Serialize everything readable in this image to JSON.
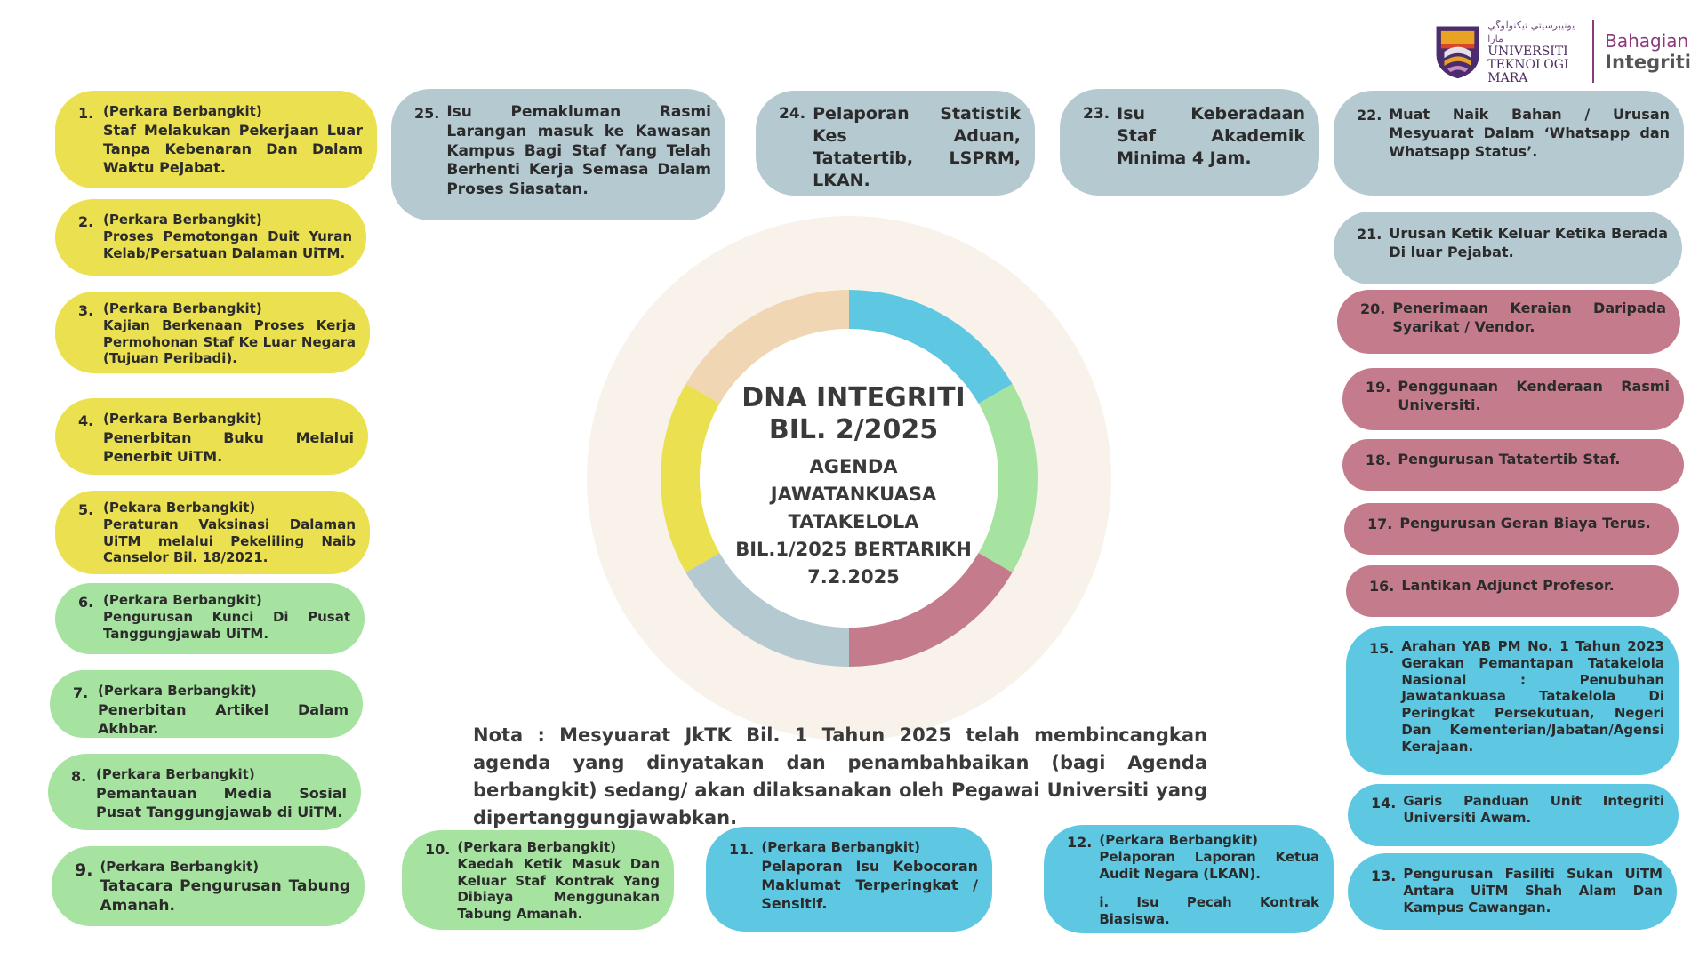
{
  "logo": {
    "jawi": "ﯾﻮﻧﯿﺒﺮﺳﯿﺘﻲ ﺗﯿﻜﻨﻮﻟﻮﮔﻲ ﻣﺎرا",
    "line1": "UNIVERSITI",
    "line2": "TEKNOLOGI",
    "line3": "MARA",
    "dept1": "Bahagian",
    "dept2": "Integriti"
  },
  "center": {
    "title1": "DNA INTEGRITI",
    "title2": "BIL. 2/2025",
    "sub1": "AGENDA",
    "sub2": "JAWATANKUASA",
    "sub3": "TATAKELOLA",
    "sub4": "BIL.1/2025 BERTARIKH",
    "sub5": "7.2.2025"
  },
  "nota": "Nota : Mesyuarat JkTK Bil. 1 Tahun 2025 telah membincangkan agenda yang dinyatakan dan penambahbaikan (bagi Agenda berbangkit) sedang/ akan dilaksanakan oleh Pegawai Universiti yang dipertanggungjawabkan.",
  "donut_colors": [
    "#5ec8e3",
    "#a6e3a0",
    "#c47c8c",
    "#b5c9d1",
    "#ebe04f",
    "#f0d6b2"
  ],
  "ring_bg": "#f8f2ea",
  "items": [
    {
      "num": "1.",
      "tag": "(Perkara Berbangkit)",
      "text": "Staf Melakukan Pekerjaan Luar Tanpa Kebenaran Dan Dalam Waktu Pejabat."
    },
    {
      "num": "2.",
      "tag": "(Perkara Berbangkit)",
      "text": "Proses Pemotongan Duit Yuran Kelab/Persatuan Dalaman UiTM."
    },
    {
      "num": "3.",
      "tag": "(Perkara Berbangkit)",
      "text": "Kajian Berkenaan Proses Kerja Permohonan Staf Ke Luar Negara (Tujuan Peribadi)."
    },
    {
      "num": "4.",
      "tag": "(Perkara Berbangkit)",
      "text": "Penerbitan Buku Melalui Penerbit UiTM."
    },
    {
      "num": "5.",
      "tag": "(Pekara Berbangkit)",
      "text": "Peraturan Vaksinasi Dalaman UiTM melalui Pekeliling Naib Canselor Bil. 18/2021."
    },
    {
      "num": "6.",
      "tag": "(Perkara Berbangkit)",
      "text": "Pengurusan Kunci Di Pusat Tanggungjawab UiTM."
    },
    {
      "num": "7.",
      "tag": "(Perkara Berbangkit)",
      "text": "Penerbitan Artikel Dalam Akhbar."
    },
    {
      "num": "8.",
      "tag": "(Perkara Berbangkit)",
      "text": "Pemantauan Media Sosial Pusat Tanggungjawab di UiTM."
    },
    {
      "num": "9.",
      "tag": "(Perkara Berbangkit)",
      "text": "Tatacara Pengurusan Tabung Amanah."
    },
    {
      "num": "10.",
      "tag": "(Perkara Berbangkit)",
      "text": "Kaedah Ketik Masuk Dan Keluar Staf Kontrak Yang Dibiaya Menggunakan Tabung Amanah."
    },
    {
      "num": "11.",
      "tag": "(Perkara Berbangkit)",
      "text": "Pelaporan Isu Kebocoran Maklumat Terperingkat / Sensitif."
    },
    {
      "num": "12.",
      "tag": "(Perkara Berbangkit)",
      "text": "Pelaporan Laporan Ketua Audit Negara (LKAN).",
      "text2": "i. Isu Pecah Kontrak Biasiswa."
    },
    {
      "num": "13.",
      "text": "Pengurusan Fasiliti Sukan UiTM Antara UiTM Shah Alam Dan Kampus Cawangan."
    },
    {
      "num": "14.",
      "text": "Garis Panduan Unit Integriti Universiti Awam."
    },
    {
      "num": "15.",
      "text": "Arahan YAB PM No. 1 Tahun 2023 Gerakan Pemantapan Tatakelola Nasional : Penubuhan Jawatankuasa Tatakelola Di Peringkat Persekutuan, Negeri Dan Kementerian/Jabatan/Agensi Kerajaan."
    },
    {
      "num": "16.",
      "text": "Lantikan Adjunct Profesor."
    },
    {
      "num": "17.",
      "text": "Pengurusan Geran Biaya Terus."
    },
    {
      "num": "18.",
      "text": "Pengurusan Tatatertib Staf."
    },
    {
      "num": "19.",
      "text": "Penggunaan Kenderaan Rasmi Universiti."
    },
    {
      "num": "20.",
      "text": "Penerimaan Keraian Daripada Syarikat / Vendor."
    },
    {
      "num": "21.",
      "text": "Urusan Ketik Keluar Ketika Berada Di luar Pejabat."
    },
    {
      "num": "22.",
      "text": "Muat Naik Bahan / Urusan Mesyuarat Dalam ‘Whatsapp dan Whatsapp Status’."
    },
    {
      "num": "23.",
      "text": "Isu Keberadaan Staf Akademik Minima 4 Jam."
    },
    {
      "num": "24.",
      "text": "Pelaporan Statistik Kes Aduan, Tatatertib, LSPRM, LKAN."
    },
    {
      "num": "25.",
      "text": "Isu Pemakluman Rasmi Larangan masuk ke Kawasan Kampus Bagi Staf Yang Telah Berhenti Kerja Semasa Dalam Proses Siasatan."
    }
  ]
}
